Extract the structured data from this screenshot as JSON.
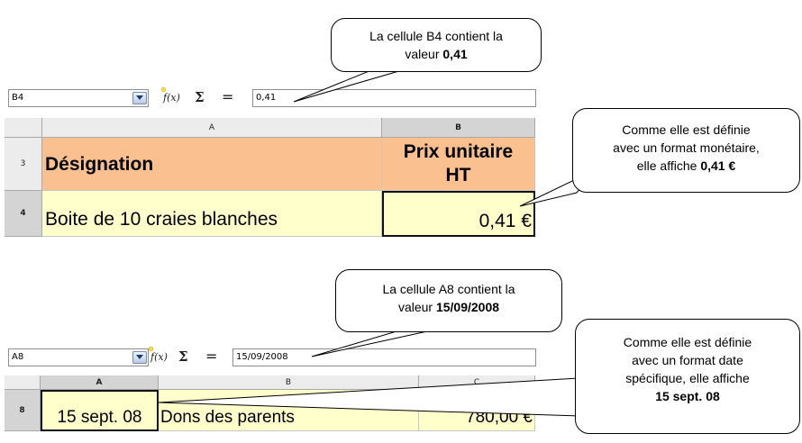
{
  "example1": {
    "namebox": "B4",
    "formula_value": "0,41",
    "columns": {
      "A": "A",
      "B": "B"
    },
    "rows": {
      "r3": "3",
      "r4": "4"
    },
    "cells": {
      "A3": "Désignation",
      "B3_line1": "Prix unitaire",
      "B3_line2": "HT",
      "A4": "Boite de 10 craies blanches",
      "B4": "0,41 €"
    },
    "callout_top": {
      "line1": "La cellule B4 contient la",
      "line2_prefix": "valeur ",
      "line2_bold": "0,41"
    },
    "callout_right": {
      "line1": "Comme elle est définie",
      "line2": "avec un format monétaire,",
      "line3_prefix": "elle affiche ",
      "line3_bold": "0,41 €"
    }
  },
  "example2": {
    "namebox": "A8",
    "formula_value": "15/09/2008",
    "columns": {
      "A": "A",
      "B": "B",
      "C": "C"
    },
    "rows": {
      "r8": "8"
    },
    "cells": {
      "A8": "15 sept. 08",
      "B8": "Dons des parents",
      "C8": "780,00 €"
    },
    "callout_top": {
      "line1": "La cellule A8 contient la",
      "line2_prefix": "valeur ",
      "line2_bold": "15/09/2008"
    },
    "callout_right": {
      "line1": "Comme elle est définie",
      "line2": "avec un format date",
      "line3": "spécifique, elle affiche",
      "line4_bold": "15 sept. 08"
    }
  },
  "toolbar": {
    "function_icon": "fx-icon",
    "sum_icon": "sigma-icon",
    "sum_symbol": "Σ",
    "equals_symbol": "="
  },
  "colors": {
    "header_orange": "#fbc08f",
    "row_yellow": "#ffffcc",
    "header_gray": "#ececec"
  }
}
